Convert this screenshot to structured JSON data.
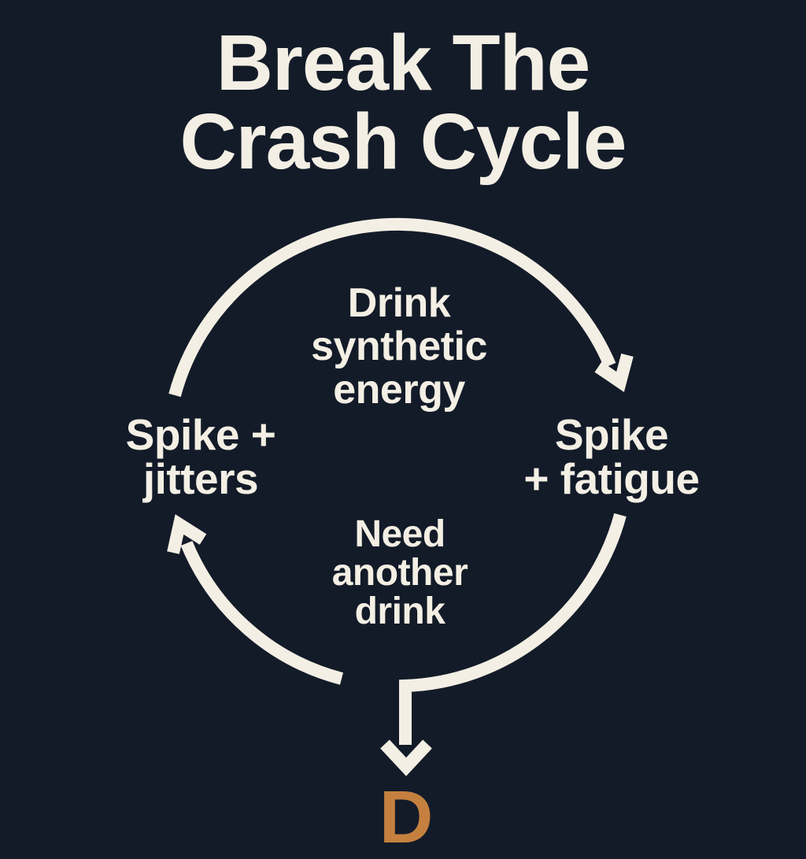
{
  "colors": {
    "bg": "#131b29",
    "ink": "#f4efe4",
    "accent": "#c5803f"
  },
  "title": {
    "line1": "Break The",
    "line2": "Crash Cycle"
  },
  "cycle": {
    "direction": "clockwise",
    "steps": [
      {
        "id": "drink-synthetic-energy",
        "position": "top",
        "lines": [
          "Drink",
          "synthetic",
          "energy"
        ]
      },
      {
        "id": "spike-fatigue",
        "position": "right",
        "lines": [
          "Spike",
          "+ fatigue"
        ]
      },
      {
        "id": "need-another-drink",
        "position": "bottom",
        "lines": [
          "Need",
          "another",
          "drink"
        ]
      },
      {
        "id": "spike-jitters",
        "position": "left",
        "lines": [
          "Spike +",
          "jitters"
        ]
      }
    ]
  },
  "exit": {
    "letter": "D"
  }
}
